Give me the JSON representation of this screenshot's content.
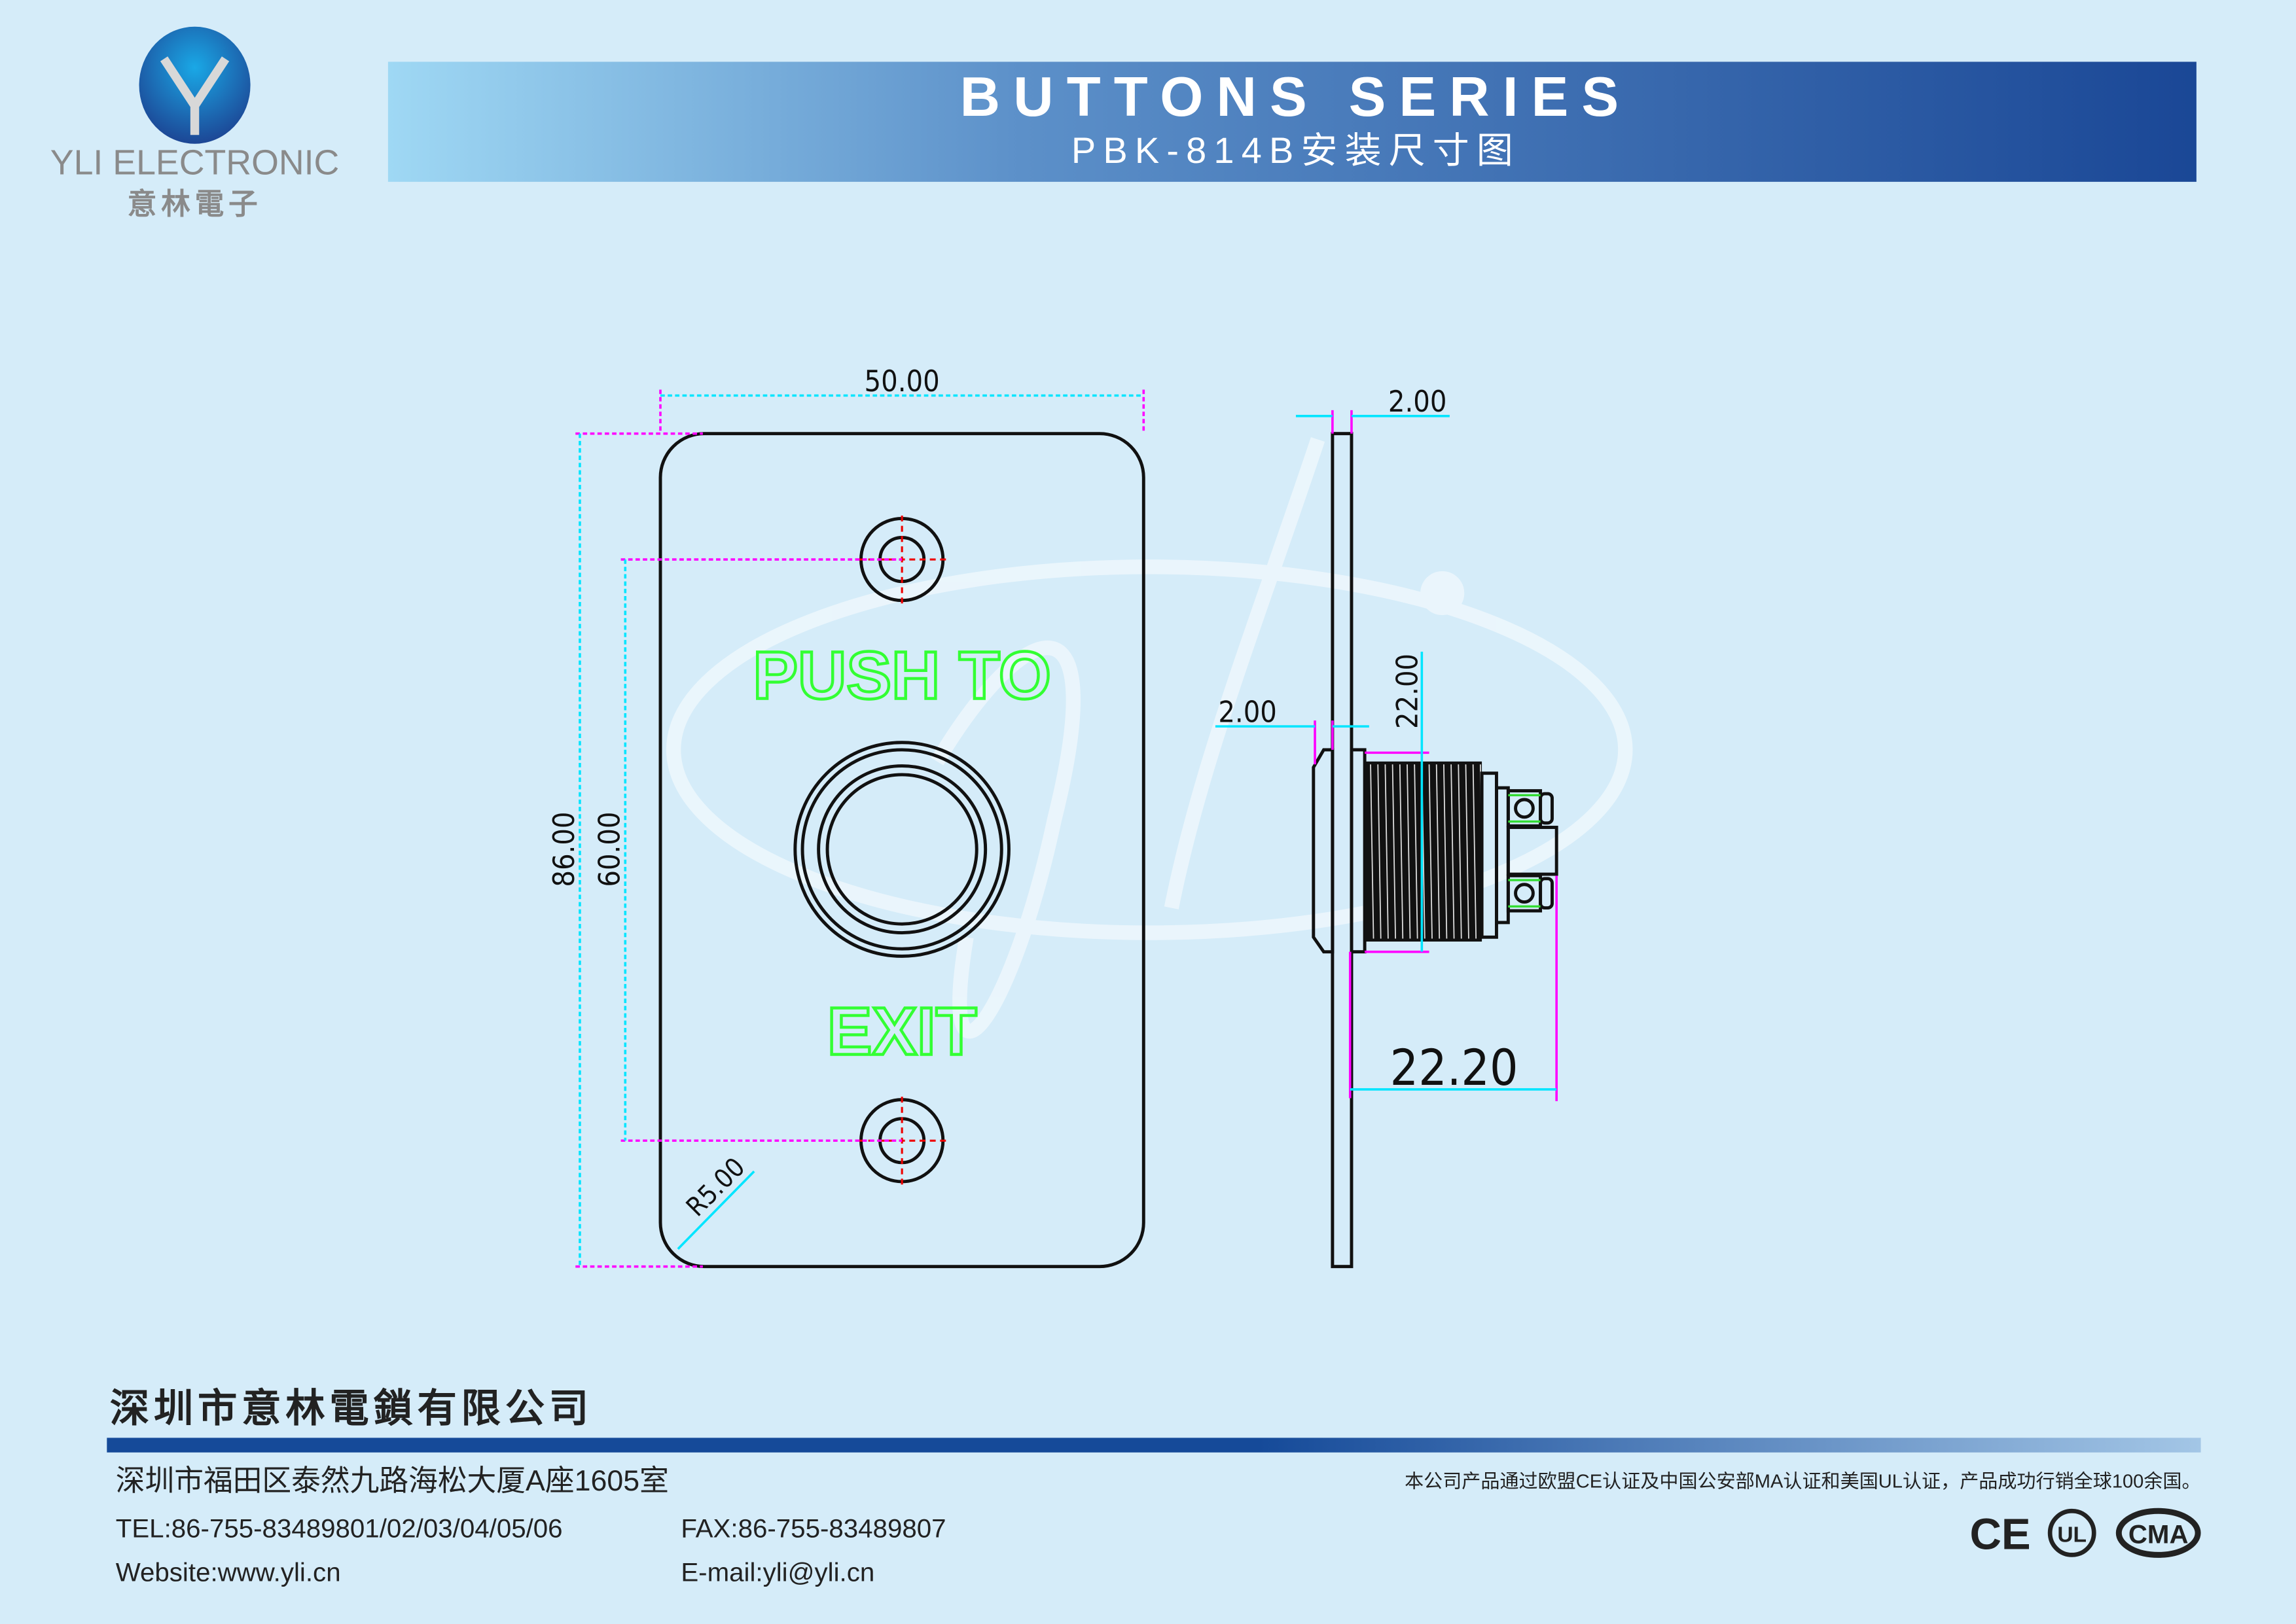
{
  "logo": {
    "brand_en": "YLI ELECTRONIC",
    "brand_cn": "意林電子",
    "mark": "Y"
  },
  "header": {
    "title": "BUTTONS SERIES",
    "subtitle": "PBK-814B安装尺寸图"
  },
  "drawing": {
    "front": {
      "label_top": "PUSH TO",
      "label_bottom": "EXIT",
      "dims": {
        "width": "50.00",
        "height": "86.00",
        "hole_spacing": "60.00",
        "radius": "R5.00"
      }
    },
    "side": {
      "dims": {
        "plate_thickness": "2.00",
        "bezel_thickness": "2.00",
        "thread_diameter": "22.00",
        "depth": "22.20"
      }
    }
  },
  "footer": {
    "company": "深圳市意林電鎖有限公司",
    "address": "深圳市福田区泰然九路海松大厦A座1605室",
    "tel": "TEL:86-755-83489801/02/03/04/05/06",
    "fax": "FAX:86-755-83489807",
    "website": "Website:www.yli.cn",
    "email": "E-mail:yli@yli.cn",
    "certification_note": "本公司产品通过欧盟CE认证及中国公安部MA认证和美国UL认证，产品成功行销全球100余国。",
    "cert_marks": [
      "CE",
      "UL",
      "CMA"
    ]
  },
  "colors": {
    "background": "#d5ecf9",
    "banner_dark": "#1a4796",
    "banner_light": "#9fd8f4",
    "label_green": "#33ff33",
    "dim_cyan": "#00e5ff",
    "ext_magenta": "#ff00ff"
  }
}
